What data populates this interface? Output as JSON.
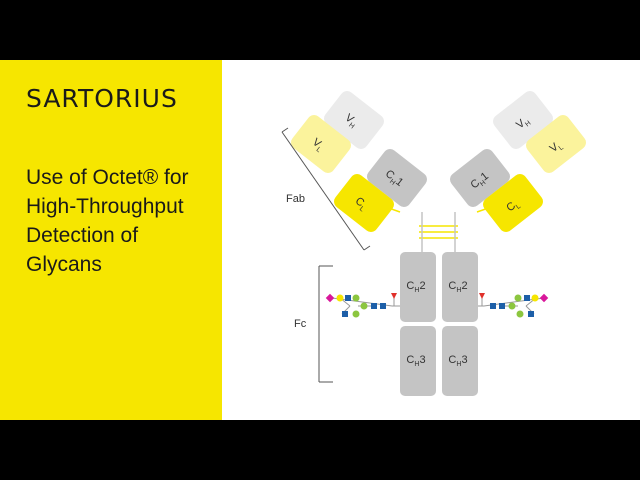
{
  "brand": {
    "logo_text": "SARTORIUS",
    "color": "#f6e600"
  },
  "title": "Use of Octet® for High-Throughput Detection of Glycans",
  "diagram": {
    "regions": {
      "fab": "Fab",
      "fc": "Fc"
    },
    "domains": {
      "vh": {
        "main": "V",
        "sub": "H"
      },
      "vl": {
        "main": "V",
        "sub": "L"
      },
      "ch1": {
        "main": "C",
        "sub": "H",
        "suffix": "1"
      },
      "cl": {
        "main": "C",
        "sub": "L"
      },
      "ch2": {
        "main": "C",
        "sub": "H",
        "suffix": "2"
      },
      "ch3": {
        "main": "C",
        "sub": "H",
        "suffix": "3"
      }
    },
    "colors": {
      "heavy_variable": "#ebebeb",
      "heavy_constant": "#c4c4c4",
      "light_variable": "#fbf39c",
      "light_constant": "#f6e600",
      "glycan_pink": "#d9179b",
      "glycan_yellow": "#f6e600",
      "glycan_green": "#8cc63f",
      "glycan_blue": "#1d5fa8",
      "glycan_red": "#e0302b",
      "bracket": "#555555"
    }
  }
}
